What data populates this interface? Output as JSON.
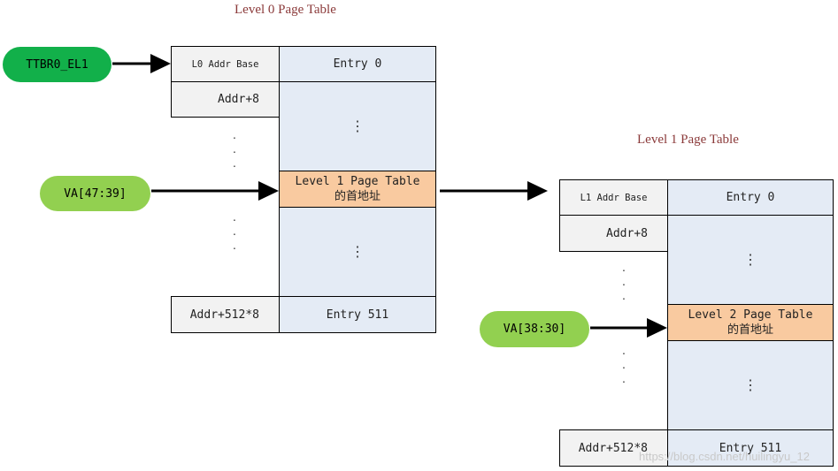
{
  "tables": [
    {
      "title": "Level 0 Page Table",
      "base_label": "L0 Addr Base",
      "addr_second": "Addr+8",
      "addr_last": "Addr+512*8",
      "entry_first": "Entry 0",
      "entry_hl_line1": "Level 1 Page Table",
      "entry_hl_line2": "的首地址",
      "entry_last": "Entry 511"
    },
    {
      "title": "Level 1 Page Table",
      "base_label": "L1 Addr Base",
      "addr_second": "Addr+8",
      "addr_last": "Addr+512*8",
      "entry_first": "Entry 0",
      "entry_hl_line1": "Level 2 Page Table",
      "entry_hl_line2": "的首地址",
      "entry_last": "Entry 511"
    }
  ],
  "inputs": {
    "ttbr": "TTBR0_EL1",
    "va_l0": "VA[47:39]",
    "va_l1": "VA[38:30]"
  },
  "ellipsis": "⋮",
  "watermark": "https://blog.csdn.net/huilingyu_12"
}
